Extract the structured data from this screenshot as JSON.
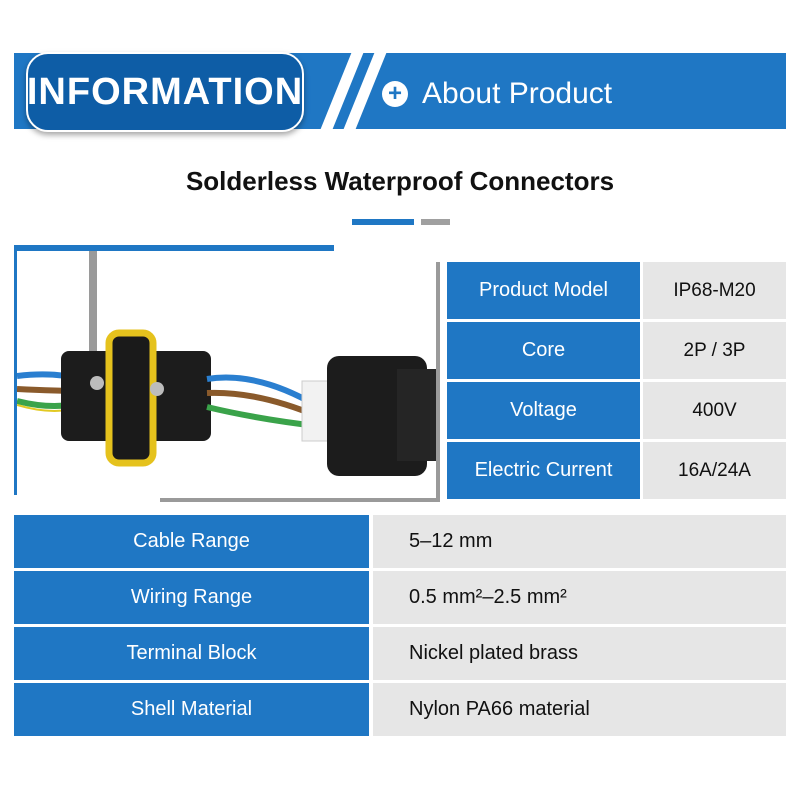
{
  "header": {
    "badge": "INFORMATION",
    "about": "About Product",
    "plus_icon": "+"
  },
  "title": "Solderless Waterproof Connectors",
  "colors": {
    "accent": "#1f77c4",
    "accent_dark": "#0e5da6",
    "cell_gray": "#e6e6e6"
  },
  "spec_table": [
    {
      "label": "Product Model",
      "value": "IP68-M20"
    },
    {
      "label": "Core",
      "value": "2P / 3P"
    },
    {
      "label": "Voltage",
      "value": "400V"
    },
    {
      "label": "Electric Current",
      "value": "16A/24A"
    }
  ],
  "detail_table": [
    {
      "label": "Cable Range",
      "value": "5–12 mm"
    },
    {
      "label": "Wiring Range",
      "value": "0.5 mm²–2.5 mm²"
    },
    {
      "label": "Terminal Block",
      "value": "Nickel plated brass"
    },
    {
      "label": "Shell Material",
      "value": "Nylon PA66 material"
    }
  ]
}
